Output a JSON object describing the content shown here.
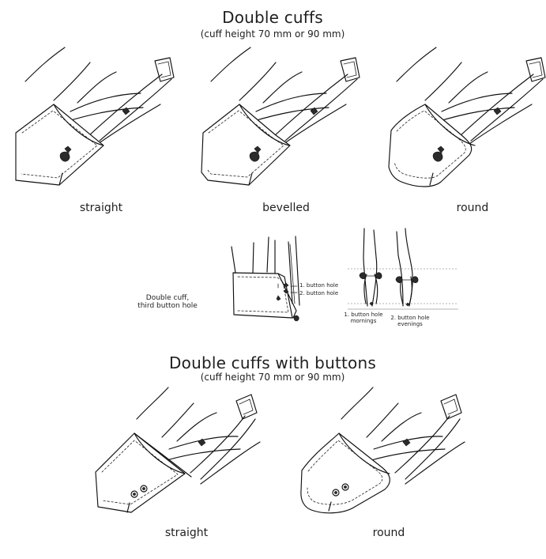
{
  "double_cuffs": {
    "title": "Double cuffs",
    "subtitle": "(cuff height 70 mm or 90 mm)",
    "captions": [
      "straight",
      "bevelled",
      "round"
    ]
  },
  "detail": {
    "label": "Double cuff,\nthird button hole",
    "hole_1": "1. button hole",
    "hole_2": "2. button hole",
    "mornings": "1. button hole\nmornings",
    "evenings": "2. button hole\nevenings"
  },
  "double_cuffs_buttons": {
    "title": "Double cuffs with buttons",
    "subtitle": "(cuff height 70 mm or 90 mm)",
    "captions": [
      "straight",
      "round"
    ]
  }
}
